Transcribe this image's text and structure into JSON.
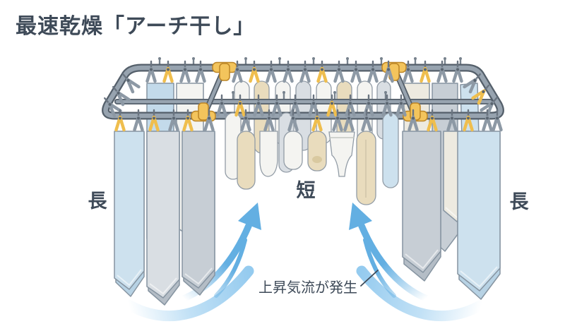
{
  "title": "最速乾燥「アーチ干し」",
  "labels": {
    "left_long": "長",
    "center_short": "短",
    "right_long": "長",
    "updraft_caption": "上昇気流が発生"
  },
  "colors": {
    "text": "#3E4A58",
    "frame": "#97A3AF",
    "frame_outline": "#545F6A",
    "joint_yellow": "#F3C45C",
    "clip_gray": "#8D99A5",
    "clip_yellow": "#EFBE4E",
    "towel_blue": "#CDE1EE",
    "towel_gray": "#C7CED5",
    "towel_cream": "#EDEAE0",
    "towel_beige": "#E9DCBD",
    "sock_white": "#F4F4F1",
    "arrow_blue": "#63AFE2",
    "swoosh_blue": "#8FC8EE"
  }
}
